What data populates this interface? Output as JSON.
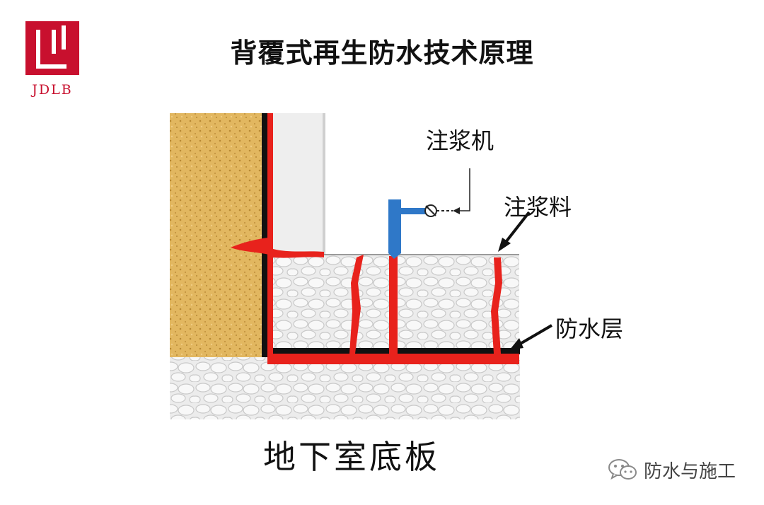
{
  "logo": {
    "text": "JDLB",
    "color": "#c8102e"
  },
  "title": "背覆式再生防水技术原理",
  "labels": {
    "grout_machine": "注浆机",
    "grout_material": "注浆料",
    "waterproof_layer": "防水层",
    "basement_floor": "地下室底板"
  },
  "watermark": {
    "text": "防水与施工",
    "icon": "wechat-icon"
  },
  "colors": {
    "soil": "#e2b760",
    "concrete": "#ececec",
    "grout_red": "#e8221c",
    "membrane_black": "#111111",
    "injector_blue": "#2f78c8"
  }
}
